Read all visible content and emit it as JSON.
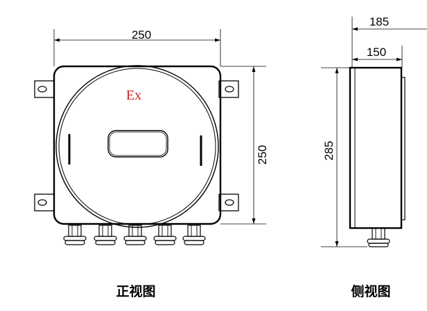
{
  "front_view": {
    "width_label": "250",
    "height_label": "250",
    "ex_mark": "Ex",
    "caption": "正视图"
  },
  "side_view": {
    "outer_depth_label": "185",
    "inner_depth_label": "150",
    "height_label": "285",
    "caption": "侧视图"
  },
  "colors": {
    "line": "#000000",
    "ex_mark": "#cc2222"
  }
}
